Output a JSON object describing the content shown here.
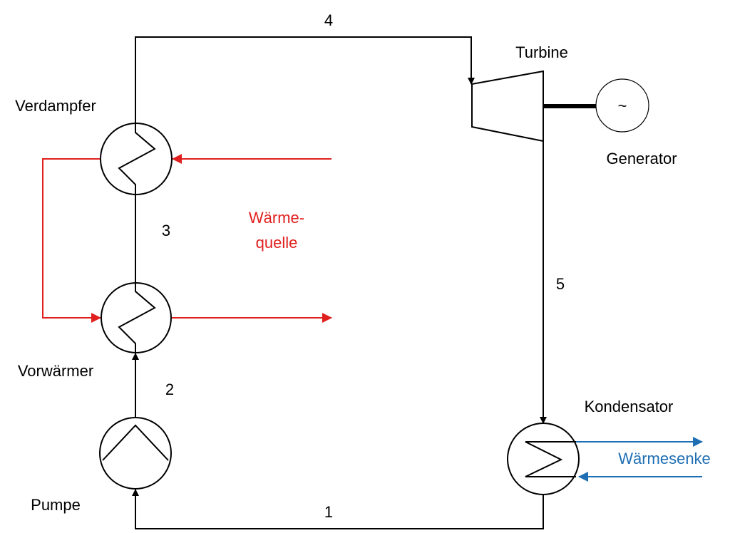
{
  "colors": {
    "line": "#000000",
    "heat_source": "#e0201e",
    "heat_sink": "#1e6eb4"
  },
  "components": {
    "evaporator": "Verdampfer",
    "preheater": "Vorwärmer",
    "pump": "Pumpe",
    "turbine": "Turbine",
    "generator": "Generator",
    "generator_symbol": "~",
    "condenser": "Kondensator"
  },
  "streams": {
    "s1": "1",
    "s2": "2",
    "s3": "3",
    "s4": "4",
    "s5": "5"
  },
  "heat_source": {
    "line1": "Wärme-",
    "line2": "quelle"
  },
  "heat_sink": "Wärmesenke"
}
